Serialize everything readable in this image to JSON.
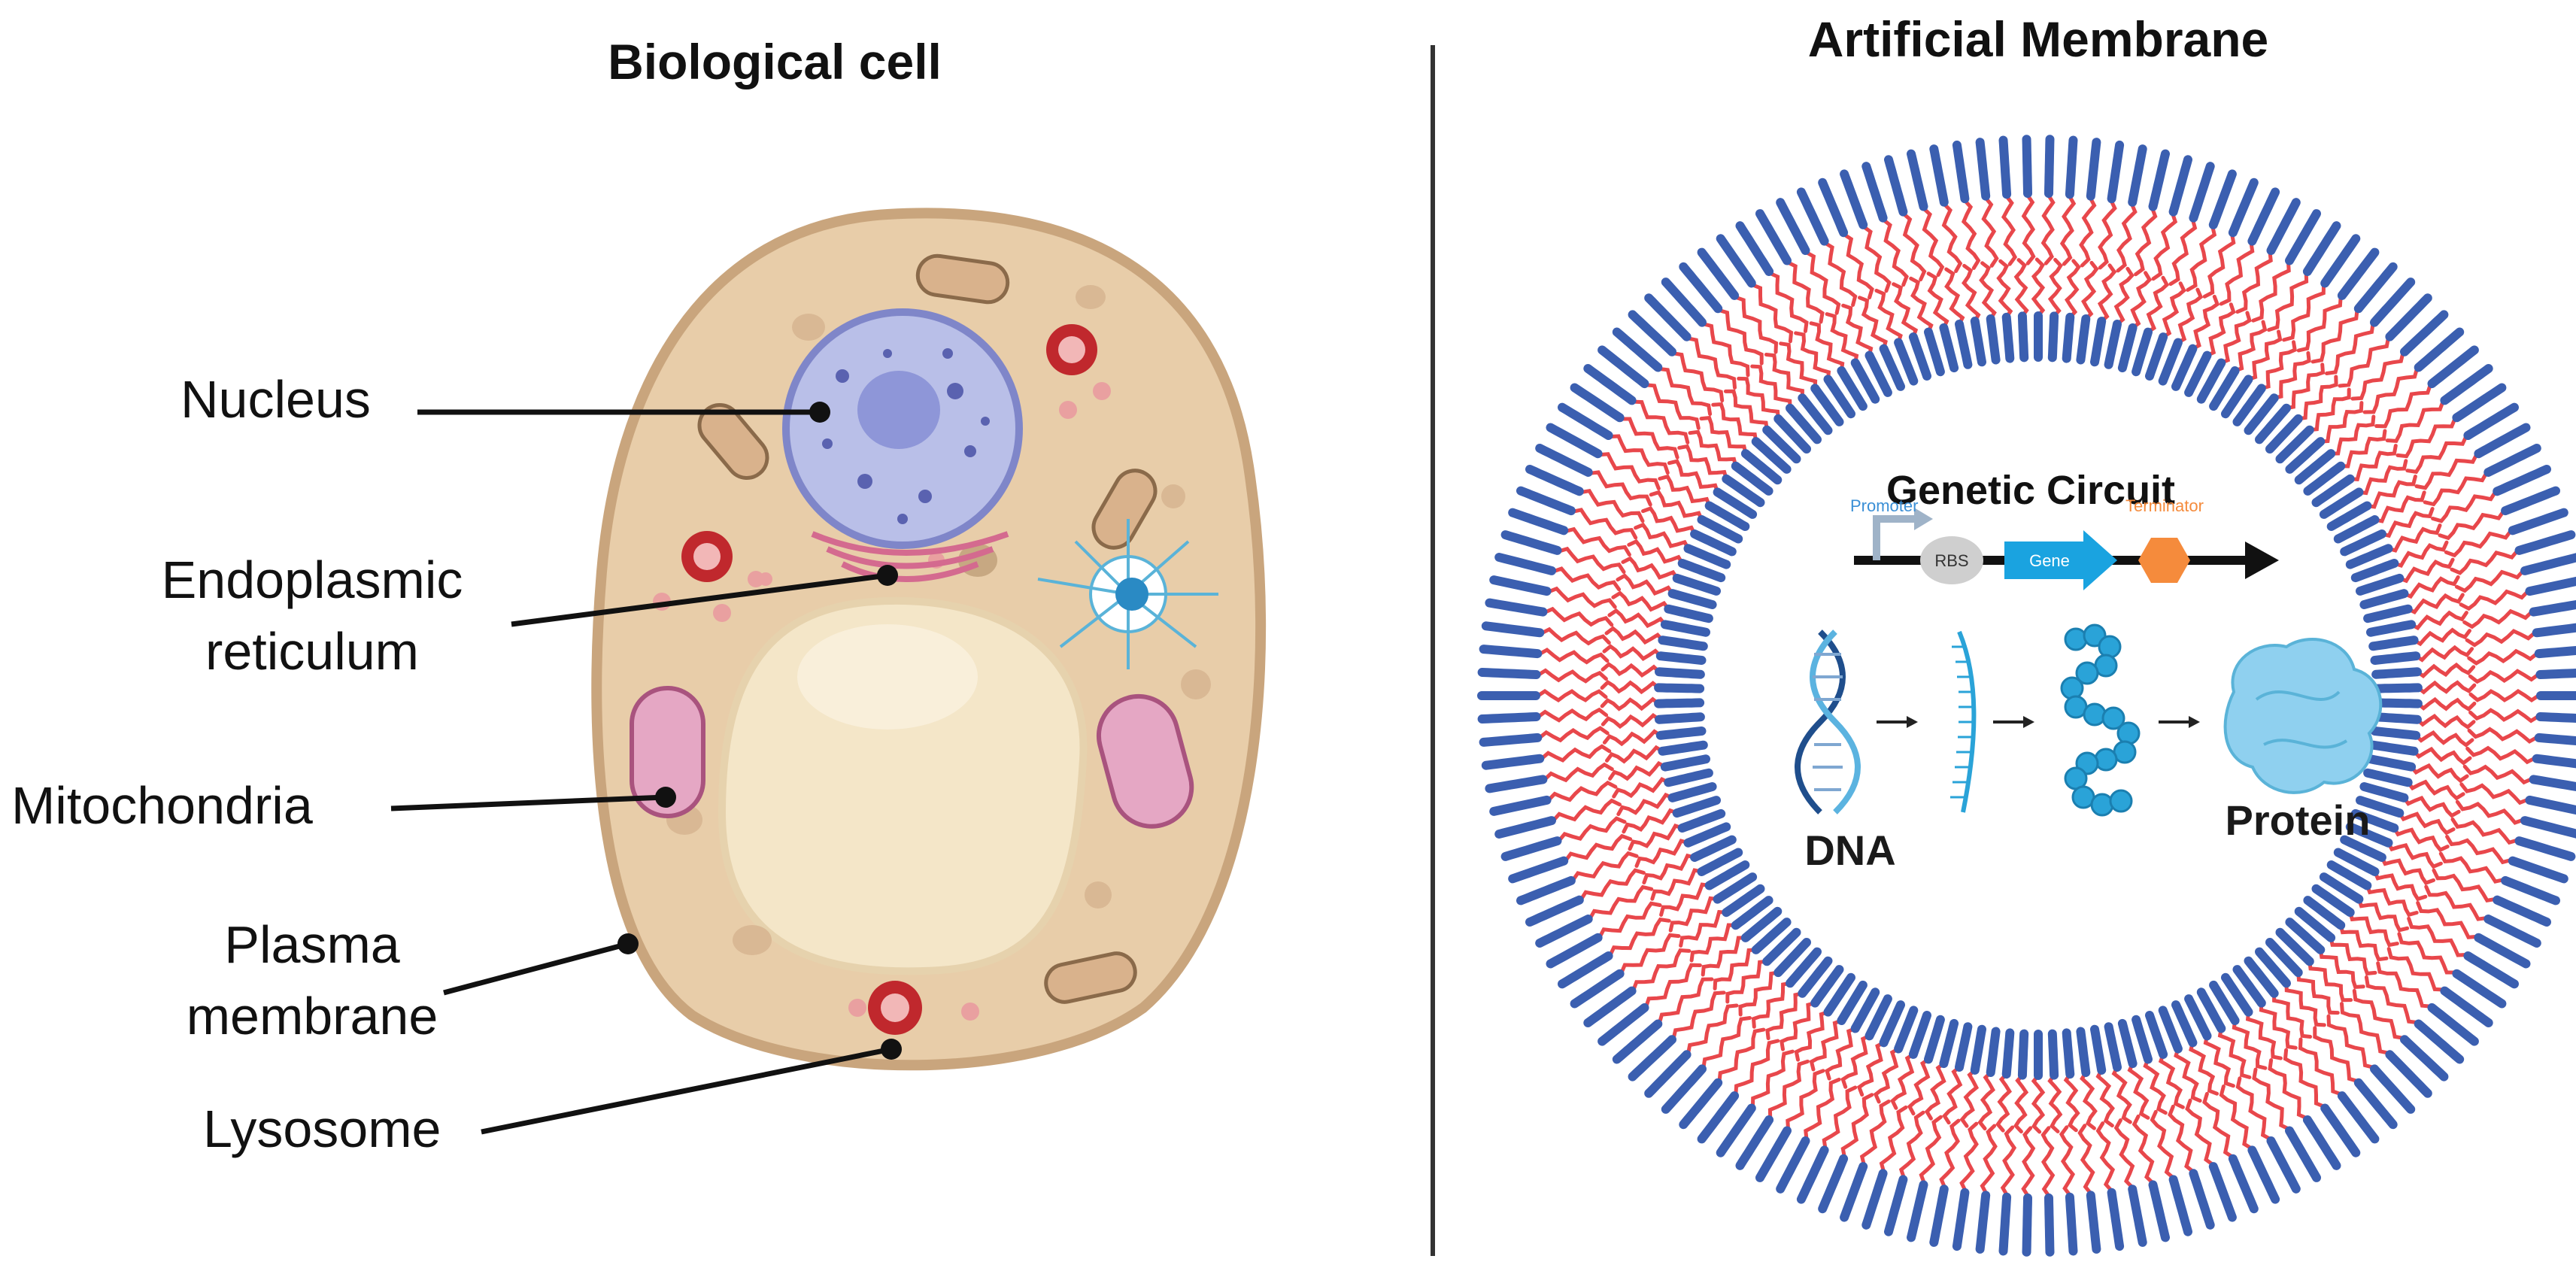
{
  "left_panel": {
    "title": "Biological cell",
    "labels": {
      "nucleus": "Nucleus",
      "er_line1": "Endoplasmic",
      "er_line2": "reticulum",
      "mitochondria": "Mitochondria",
      "plasma_line1": "Plasma",
      "plasma_line2": "membrane",
      "lysosome": "Lysosome"
    }
  },
  "right_panel": {
    "title": "Artificial Membrane",
    "circuit": {
      "title": "Genetic Circuit",
      "promoter": "Promoter",
      "rbs": "RBS",
      "gene": "Gene",
      "terminator": "Terminator"
    },
    "flow": {
      "dna": "DNA",
      "protein": "Protein"
    }
  },
  "colors": {
    "cell_fill": "#e8cda9",
    "cell_border": "#c9a57d",
    "vacuole": "#f4e6c8",
    "nucleus": "#b9bfe8",
    "lipid_tail": "#e8474b",
    "lipid_head": "#3b5fb0",
    "gene_arrow": "#1aa3e0",
    "terminator": "#f58b3c",
    "promoter_text": "#3a8fd6"
  }
}
